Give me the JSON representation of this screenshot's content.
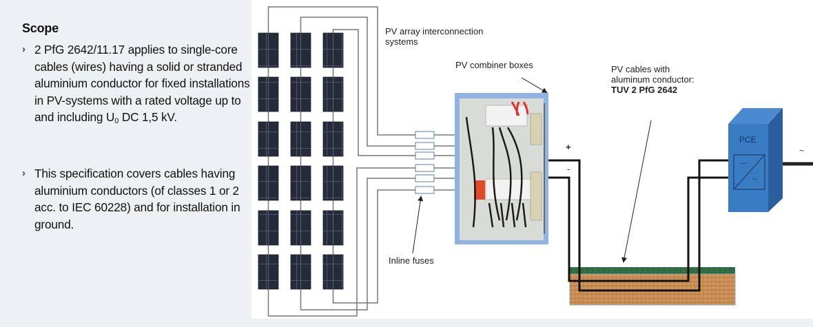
{
  "scope": {
    "title": "Scope",
    "bullet_icon": "chevron-right-icon",
    "bullets": [
      {
        "text_before": "2 PfG 2642/11.17 applies to single-core cables (wires) having a solid or stranded aluminium conductor for fixed installations in PV-systems with a rated voltage up to and including U",
        "subscript": "0",
        "text_after": " DC 1,5 kV."
      },
      {
        "text": "This specification covers cables having aluminium conductors (of classes 1 or 2 acc. to IEC 60228) and for installation in ground."
      }
    ]
  },
  "diagram": {
    "labels": {
      "interconnection_line1": "PV array interconnection",
      "interconnection_line2": "systems",
      "combiner": "PV combiner boxes",
      "cables_line1": "PV cables with",
      "cables_line2": "aluminum  conductor:",
      "cables_standard": "TUV 2 PfG 2642",
      "fuses": "Inline fuses",
      "plus": "+",
      "minus": "-",
      "pce": "PCE",
      "dc_symbol": "—",
      "ac_symbol": "~",
      "ac_output": "~"
    },
    "pv_array": {
      "columns": 3,
      "rows": 6
    },
    "inline_fuse_count": 6,
    "colors": {
      "panel": "#262b3a",
      "combiner_frame": "#8fb4e3",
      "pce_front": "#3a7cc4",
      "pce_side": "#2a5f9e",
      "grass": "#2f6a45",
      "soil": "#c98f55",
      "fuse_stroke": "#5a7fb0",
      "wire": "#777777",
      "cable": "#111111"
    }
  }
}
